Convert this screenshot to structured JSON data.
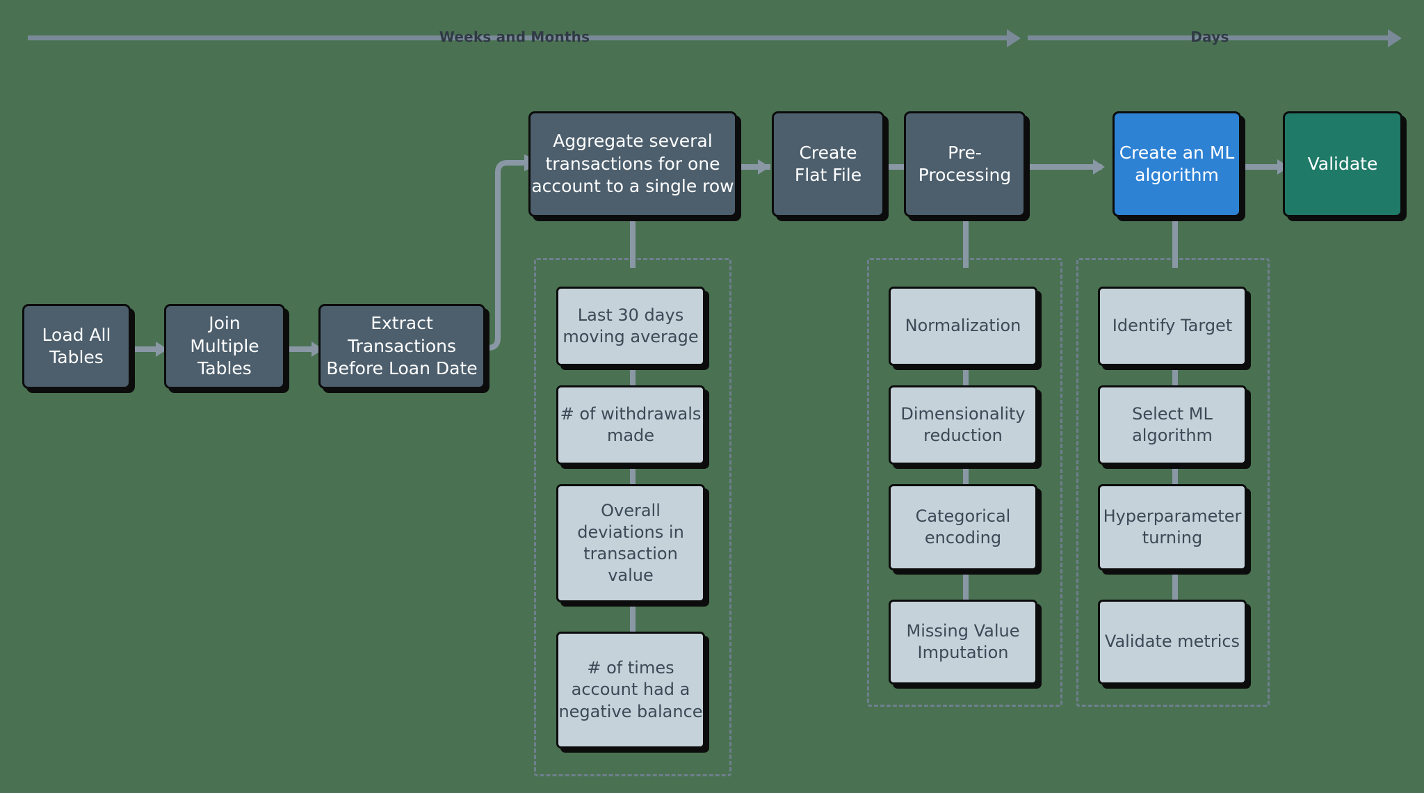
{
  "diagram": {
    "title": "Loan default ML pipeline flow",
    "background_color": "#4a7252",
    "timeline": [
      {
        "id": "weeks-months",
        "label": "Weeks and Months"
      },
      {
        "id": "days",
        "label": "Days"
      }
    ],
    "pipeline_main": [
      {
        "id": "load-all-tables",
        "label": "Load All\nTables",
        "style": "dark"
      },
      {
        "id": "join-multiple-tables",
        "label": "Join\nMultiple\nTables",
        "style": "dark"
      },
      {
        "id": "extract-transactions",
        "label": "Extract\nTransactions\nBefore Loan Date",
        "style": "dark"
      },
      {
        "id": "aggregate-transactions",
        "label": "Aggregate several\ntransactions for one\naccount to a single row",
        "style": "dark"
      },
      {
        "id": "create-flat-file",
        "label": "Create\nFlat File",
        "style": "dark"
      },
      {
        "id": "pre-processing",
        "label": "Pre-\nProcessing",
        "style": "dark"
      },
      {
        "id": "create-ml-algorithm",
        "label": "Create an ML\nalgorithm",
        "style": "blue"
      },
      {
        "id": "validate",
        "label": "Validate",
        "style": "teal"
      }
    ],
    "groups": [
      {
        "id": "aggregate-features",
        "parent": "aggregate-transactions",
        "items": [
          {
            "id": "last-30-days-moving-average",
            "label": "Last 30 days\nmoving average"
          },
          {
            "id": "withdrawals-made",
            "label": "# of withdrawals\nmade"
          },
          {
            "id": "overall-deviations",
            "label": "Overall\ndeviations in\ntransaction\nvalue"
          },
          {
            "id": "negative-balance-count",
            "label": "# of times\naccount had a\nnegative balance"
          }
        ]
      },
      {
        "id": "pre-processing-steps",
        "parent": "pre-processing",
        "items": [
          {
            "id": "normalization",
            "label": "Normalization"
          },
          {
            "id": "dimensionality-reduction",
            "label": "Dimensionality\nreduction"
          },
          {
            "id": "categorical-encoding",
            "label": "Categorical\nencoding"
          },
          {
            "id": "missing-value-imputation",
            "label": "Missing Value\nImputation"
          }
        ]
      },
      {
        "id": "ml-algorithm-steps",
        "parent": "create-ml-algorithm",
        "items": [
          {
            "id": "identify-target",
            "label": "Identify Target"
          },
          {
            "id": "select-ml-algorithm",
            "label": "Select ML\nalgorithm"
          },
          {
            "id": "hyperparameter-turning",
            "label": "Hyperparameter\nturning"
          },
          {
            "id": "validate-metrics",
            "label": "Validate metrics"
          }
        ]
      }
    ],
    "colors": {
      "background": "#4a7252",
      "node_dark": "#4d5f6d",
      "node_blue": "#2e82d4",
      "node_teal": "#1f7a68",
      "node_light": "#c5d2da",
      "connector": "#8a98a6",
      "timeline": "#7b8a99",
      "outline": "#0c0c0c",
      "group_border": "#6f7f8f"
    }
  }
}
